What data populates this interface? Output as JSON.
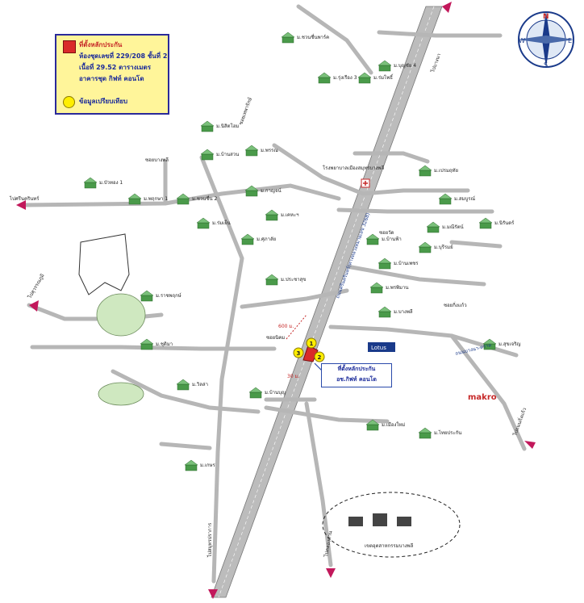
{
  "legend": {
    "subject_title": "ที่ตั้งหลักประกัน",
    "subject_line1": "ห้องชุดเลขที่ 229/208 ชั้นที่ 2",
    "subject_line2": "เนื้อที่ 29.52 ตารางเมตร",
    "subject_line3": "อาคารชุด กิฟท์ คอนโด",
    "comparable_label": "ข้อมูลเปรียบเทียบ",
    "subject_color": "#d92a2a",
    "comparable_color": "#ffee00"
  },
  "compass": {
    "n": "N",
    "s": "S",
    "e": "E",
    "w": "W"
  },
  "callout": {
    "line1": "ที่ตั้งหลักประกัน",
    "line2": "อช.กิฟท์ คอนโด"
  },
  "comparables": [
    "1",
    "2",
    "3"
  ],
  "distances": {
    "d600": "600 ม.",
    "d30": "30 ม."
  },
  "roads": {
    "main_road": "ถนนศรีนครินทร์(ทางหลวงหมายเลข 3268)",
    "bangna_trad": "ถนนบางนา-ตราด",
    "to_bangna": "ไปบางนา",
    "to_nongchok": "ไปสุวรรณภูมิ",
    "to_samutprakan": "ไปสมุทรปราการ",
    "to_songkhlong": "ไปคลองด่าน",
    "to_east": "ไปถนนกิ่งแก้ว",
    "to_west": "ไปศรีนครินทร์"
  },
  "landmarks": {
    "lotus": "Lotus",
    "makro": "makro",
    "industrial": "เขตอุตสาหกรรมบางพลี",
    "hospital": "โรงพยาบาลเมืองสมุทรบางพลี"
  },
  "village_labels": [
    "ม.ชวนชื่นพาร์ค",
    "ม.รุ่งเรือง 3",
    "ม.ร่มโพธิ์",
    "ม.บุญชัย 4",
    "ม.นิสิตโฮม",
    "ม.พรรณ",
    "ม.บ้านสวน",
    "ม.บัวทอง 1",
    "ม.พฤกษา 1",
    "ม.ชวนชื่น 2",
    "ม.กาญจน์",
    "ม.เคหะฯ",
    "ม.เปรมฤทัย",
    "ม.สมบูรณ์",
    "ม.มณีรัตน์",
    "ม.นิรันดร์",
    "ม.ร่มเย็น",
    "ม.ศุภาลัย",
    "ม.บ้านฟ้า",
    "ม.บ้านเพชร",
    "ม.บุรีรมย์",
    "ม.ประชาสุข",
    "ม.พรพิมาน",
    "ม.บางพลี",
    "ม.ราชพฤกษ์",
    "ม.ชุติมา",
    "ม.วิลล่า",
    "ม.บ้านบุญ",
    "ม.เมืองใหม่",
    "ม.ไทยประกัน",
    "ม.สุขเจริญ",
    "ม.เกษร"
  ],
  "soi_labels": [
    "ซอยเทพารักษ์",
    "ซอยบางพลี",
    "ซอยวัด",
    "ซอยกิ่งแก้ว",
    "ซอยนิคม"
  ]
}
